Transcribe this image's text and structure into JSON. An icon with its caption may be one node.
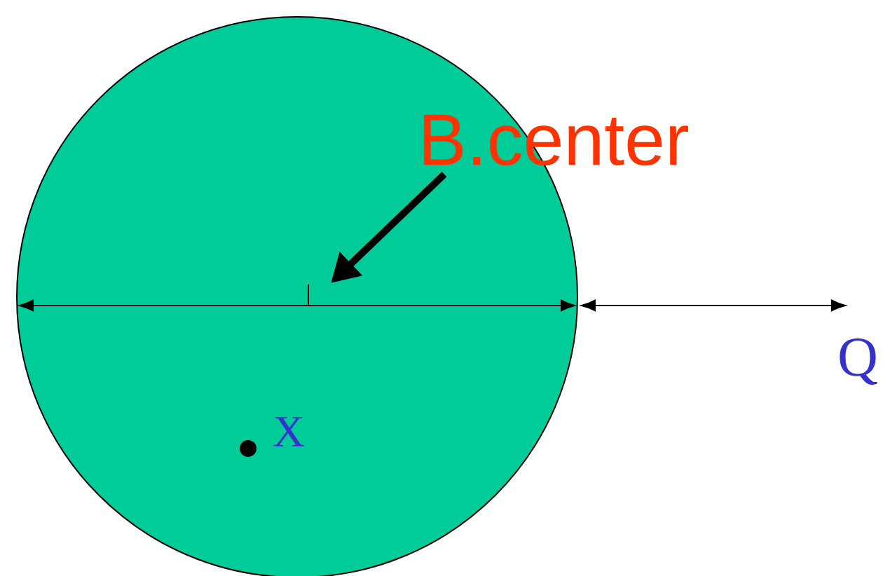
{
  "diagram": {
    "nodes": [
      {
        "text": [],
        "shape": "circle"
      },
      {
        "text": [
          "B.center"
        ]
      }
    ],
    "edges": [
      {
        "from": 1,
        "to": 0,
        "arrow": "to"
      }
    ],
    "labels": [
      "Q",
      "X"
    ]
  }
}
